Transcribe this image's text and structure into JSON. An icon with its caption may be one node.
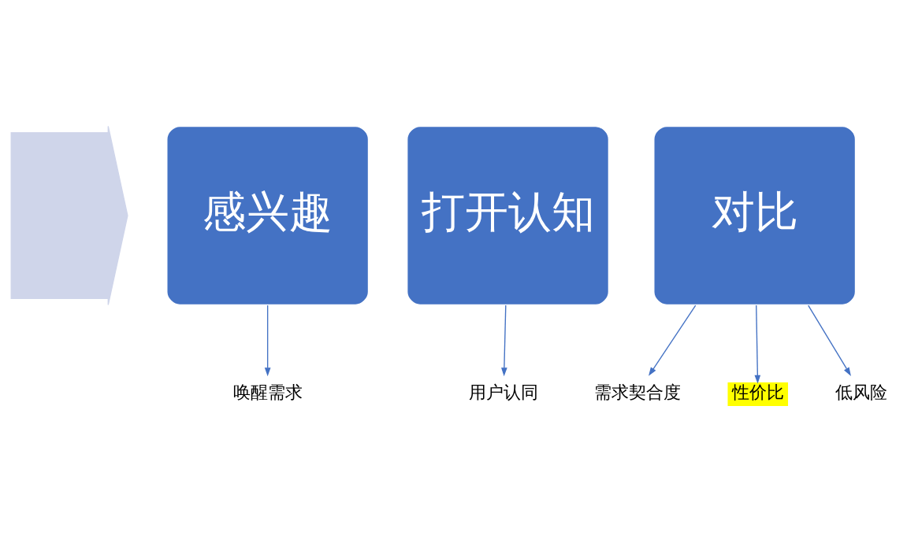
{
  "diagram": {
    "nodes": [
      {
        "text": [],
        "shape": "arrow"
      },
      {
        "text": [
          "感兴趣"
        ]
      },
      {
        "text": [
          "打开认知"
        ]
      },
      {
        "text": [
          "对比"
        ]
      },
      {
        "text": [
          "唤醒需求"
        ]
      },
      {
        "text": [
          "用户认同"
        ]
      },
      {
        "text": [
          "需求契合度"
        ]
      },
      {
        "text": [
          "性价比"
        ]
      },
      {
        "text": [
          "低风险"
        ]
      }
    ],
    "edges": [
      {
        "from": 1,
        "to": 4,
        "arrow": "to"
      },
      {
        "from": 2,
        "to": 5,
        "arrow": "to"
      },
      {
        "from": 3,
        "to": 6,
        "arrow": "to"
      },
      {
        "from": 3,
        "to": 7,
        "arrow": "to"
      },
      {
        "from": 3,
        "to": 8,
        "arrow": "to"
      }
    ]
  }
}
